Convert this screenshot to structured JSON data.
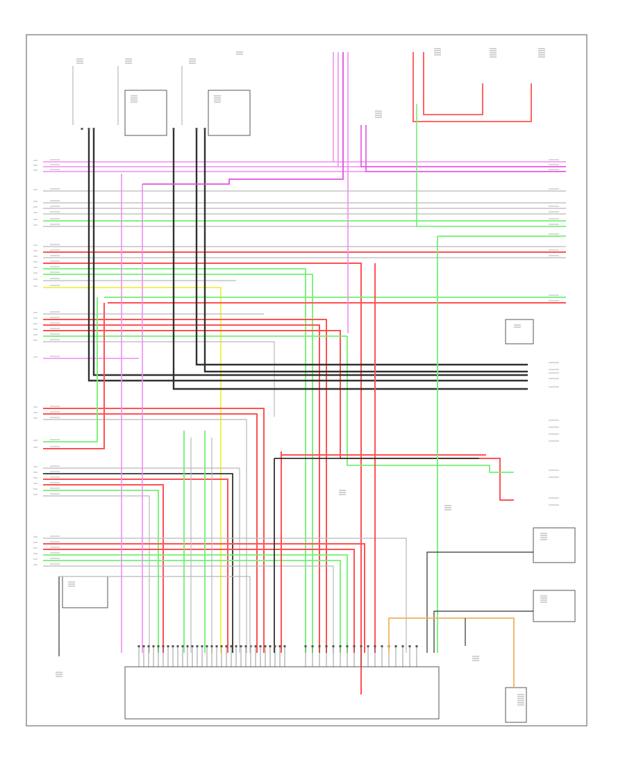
{
  "diagram": {
    "corner_label": "",
    "colors": {
      "frame": "#555555",
      "pink": "#f28cf2",
      "magenta": "#e050e0",
      "red": "#ff5050",
      "green": "#70f070",
      "dark": "#303030",
      "gray": "#b8b8b8",
      "yellow": "#f0f040",
      "orange": "#f0b060",
      "text": "#666666"
    },
    "components": [
      {
        "id": "ecm",
        "name": "engine-control-module"
      },
      {
        "id": "relay-top-right-1",
        "name": "relay-box"
      },
      {
        "id": "relay-top-right-2",
        "name": "relay-box"
      },
      {
        "id": "sensor-right-1",
        "name": "sensor-box"
      },
      {
        "id": "sensor-right-2",
        "name": "sensor-box"
      },
      {
        "id": "connector-right-mid",
        "name": "connector-box"
      },
      {
        "id": "small-box-left",
        "name": "component-box"
      },
      {
        "id": "bottom-right-box",
        "name": "component-box"
      }
    ]
  }
}
